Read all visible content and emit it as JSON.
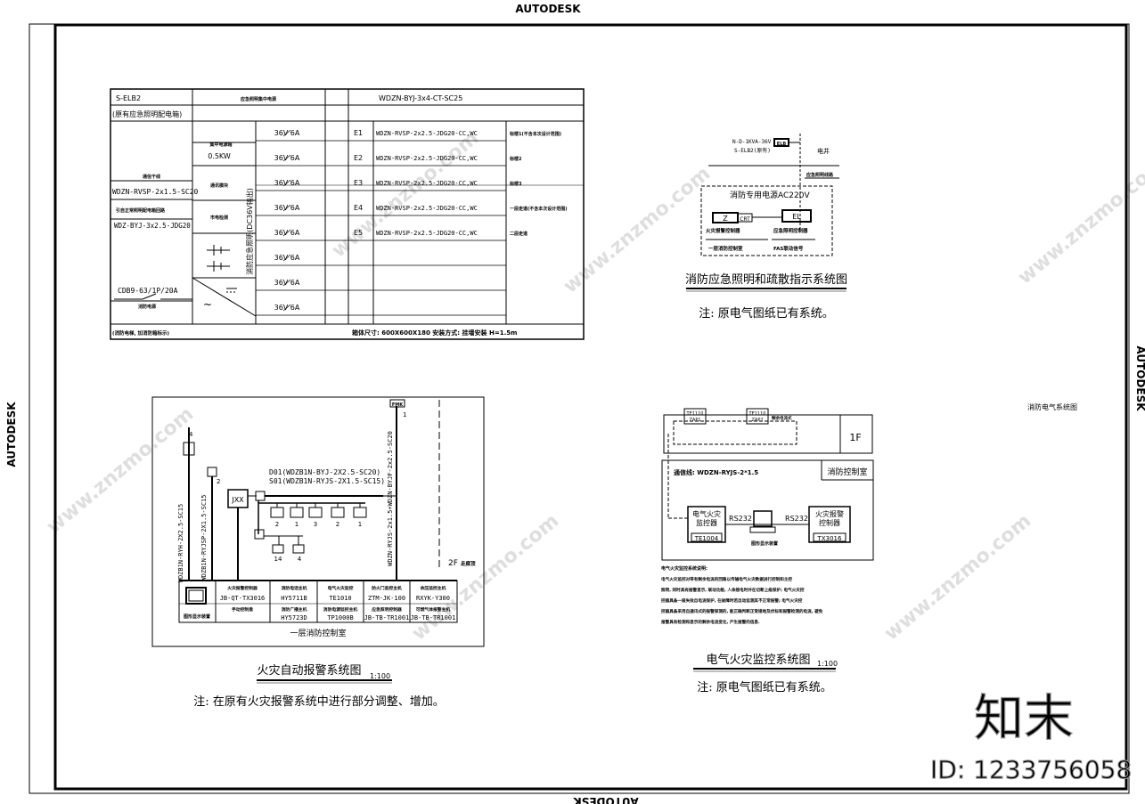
{
  "autodesk": {
    "top": "AUTODESK",
    "right": "AUTODESK",
    "left": "AUTODESK",
    "bottom": "AUTODESK"
  },
  "side_note": "消防电气系统图",
  "panel": {
    "id": "S-ELB2",
    "header_mid": "应急照明集中电源",
    "incoming": "WDZN-BYJ-3x4-CT-SC25",
    "subtitle": "(原有应急照明配电箱)",
    "left_label_1": "通信干线",
    "cable_a": "WDZN-RVSP-2x1.5-SC20",
    "left_label_2": "引自正常照明配电箱回路",
    "cable_b": "WDZ-BYJ-3x2.5-JDG20",
    "breaker": "CDB9-63/1P/20A",
    "breaker_note": "消防电源",
    "blocks": [
      {
        "l1": "集中电源箱",
        "l2": "0.5KW"
      },
      {
        "l1": "通讯模块",
        "l2": ""
      },
      {
        "l1": "市电检测",
        "l2": ""
      }
    ],
    "vertical": "消防应急照明(DC36V输出)",
    "rows": [
      {
        "rating": "36V 6A",
        "code": "E1",
        "cable": "WDZN-RVSP-2x2.5-JDG20-CC,WC",
        "note": "标楼1(不含本次设计范围)"
      },
      {
        "rating": "36V 6A",
        "code": "E2",
        "cable": "WDZN-RVSP-2x2.5-JDG20-CC,WC",
        "note": "标楼2"
      },
      {
        "rating": "36V 6A",
        "code": "E3",
        "cable": "WDZN-RVSP-2x2.5-JDG20-CC,WC",
        "note": "标楼3"
      },
      {
        "rating": "36V 6A",
        "code": "E4",
        "cable": "WDZN-RVSP-2x2.5-JDG20-CC,WC",
        "note": "一层走道(不含本次设计范围)"
      },
      {
        "rating": "36V 6A",
        "code": "E5",
        "cable": "WDZN-RVSP-2x2.5-JDG20-CC,WC",
        "note": "二层走道"
      },
      {
        "rating": "36V 6A",
        "code": "",
        "cable": "",
        "note": ""
      },
      {
        "rating": "36V 6A",
        "code": "",
        "cable": "",
        "note": ""
      },
      {
        "rating": "36V 6A",
        "code": "",
        "cable": "",
        "note": ""
      }
    ],
    "footer_left": "(消防电梯, 加消防箱标示)",
    "footer_right": "箱体尺寸: 600X600X180 安装方式: 挂墙安装 H=1.5m"
  },
  "emergency": {
    "src1": "N-D-1KVA-36V",
    "src2": "S-ELB2(原有)",
    "tag": "ELB",
    "well": "电井",
    "line_label": "应急照明线路",
    "dashed_title": "消防专用电源AC220V",
    "z": "Z",
    "crt": "CRT",
    "el": "EL",
    "lbl_z": "火灾报警控制器",
    "lbl_el": "应急照明控制器",
    "under_z": "一层消防控制室",
    "under_el": "FAS联动信号",
    "title": "消防应急照明和疏散指示系统图",
    "note": "注: 原电气图纸已有系统。"
  },
  "fire_alarm": {
    "fmk": "FMK",
    "jxx": "JXX",
    "d01": "D01(WDZB1N-BYJ-2X2.5-SC20)",
    "s01": "S01(WDZB1N-RYJS-2X1.5-SC15)",
    "v1": "WDZB1N-RYH-2X2.5-SC15",
    "v2": "WDZB1N-RYJSP-2X1.5-SC15",
    "v3": "WDZN-RYJS-2x1.5+WDZN-BYJF-2x2.5-SC20",
    "floor": "2F",
    "floor_note": "走廊顶",
    "n4": "4",
    "n2": "2",
    "n1": "1",
    "dev_nums": [
      "2",
      "1",
      "3",
      "2",
      "1"
    ],
    "dev_nums2": [
      "14",
      "4"
    ],
    "hosts": [
      {
        "a": "火灾报警控制器",
        "b": "JB-QT-TX3016",
        "c": "手动控制盘",
        "d": ""
      },
      {
        "a": "消防电话主机",
        "b": "HY5711B",
        "c": "消防广播主机",
        "d": "HY5723D"
      },
      {
        "a": "电气火灾监控",
        "b": "TE1010",
        "c": "消防电源监控主机",
        "d": "TP1000B"
      },
      {
        "a": "防火门监控主机",
        "b": "ZTM-JK-100",
        "c": "应急照明控制器",
        "d": "JB-TB-TR1001"
      },
      {
        "a": "余压监控主机",
        "b": "RXYK-Y300",
        "c": "可燃气体报警主机",
        "d": "JB-TB-TR1001"
      }
    ],
    "screen": "图形显示装置",
    "room": "一层消防控制室",
    "title": "火灾自动报警系统图",
    "scale": "1:100",
    "note": "注: 在原有火灾报警系统中进行部分调整、增加。"
  },
  "monitor": {
    "floor": "1F",
    "te1": "TE1110",
    "zap1": "ZAP1",
    "te2": "TE1110",
    "zap2": "ZAP2",
    "mark": "剩余电流式",
    "bus": "通信线: WDZN-RYJS-2*1.5",
    "room": "消防控制室",
    "box1_l1": "电气火灾",
    "box1_l2": "监控器",
    "box1_code": "TE1004",
    "rs1": "RS232",
    "rs2": "RS232",
    "box2_l1": "火灾报警",
    "box2_l2": "控制器",
    "box2_code": "TX3016",
    "screen": "图形显示装置",
    "desc_title": "电气火灾监控系统说明:",
    "desc": [
      "电气火灾监控对带有剩余电流的回路以传输电气火灾数据进行控制和主控",
      "照明, 同时具有报警显示, 联动功能, 人体接电时并在切断上级保护; 电气火灾控",
      "控器具备一级失效自电流保护, 在故障时若自动监测其不正常报警; 电气火灾控",
      "控器具备采用自通讯式的报警探测的, 能正确判断正常接地及伏标和报警检测的电流, 避免",
      "报警具有检测和显示的剩余电流变化, 产生报警的信息."
    ],
    "title": "电气火灾监控系统图",
    "scale": "1:100",
    "note": "注: 原电气图纸已有系统。"
  },
  "watermark": {
    "brand": "知末",
    "site": "www.znzmo.com",
    "id": "ID: 1233756058"
  }
}
